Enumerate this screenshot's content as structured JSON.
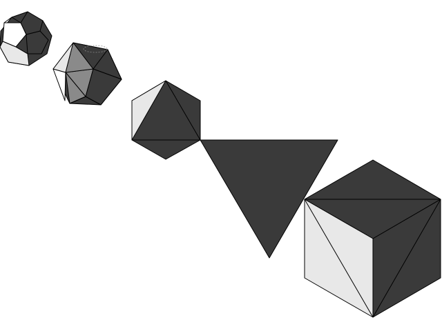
{
  "scene": {
    "solids": [
      "dodecahedron",
      "icosahedron",
      "octahedron",
      "tetrahedron",
      "cube"
    ],
    "colors": {
      "background": "#ffffff",
      "dark_face": "#3a3a3a",
      "mid_face": "#8a8a8a",
      "light_face": "#e8e8e8",
      "white_face": "#ffffff",
      "edge": "#000000"
    }
  }
}
